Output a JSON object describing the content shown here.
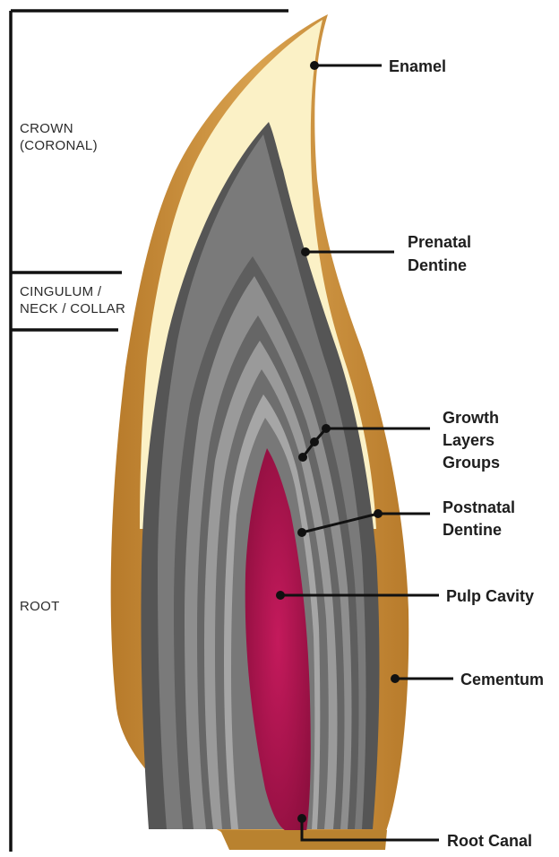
{
  "zones": {
    "crown": [
      "CROWN",
      "(CORONAL)"
    ],
    "cingulum": [
      "CINGULUM /",
      "NECK / COLLAR"
    ],
    "root": [
      "ROOT"
    ]
  },
  "labels": {
    "enamel": [
      "Enamel"
    ],
    "prenatal": [
      "Prenatal",
      "Dentine"
    ],
    "growth": [
      "Growth",
      "Layers",
      "Groups"
    ],
    "postnatal": [
      "Postnatal",
      "Dentine"
    ],
    "pulp": [
      "Pulp Cavity"
    ],
    "cementum": [
      "Cementum"
    ],
    "root_canal": [
      "Root Canal"
    ]
  },
  "colors": {
    "cementum": "#c98e3c",
    "enamel": "#fbf1c6",
    "dentine_dark": "#4a4a4a",
    "dentine_light": "#a8a8a8",
    "pulp": "#a3124a"
  }
}
